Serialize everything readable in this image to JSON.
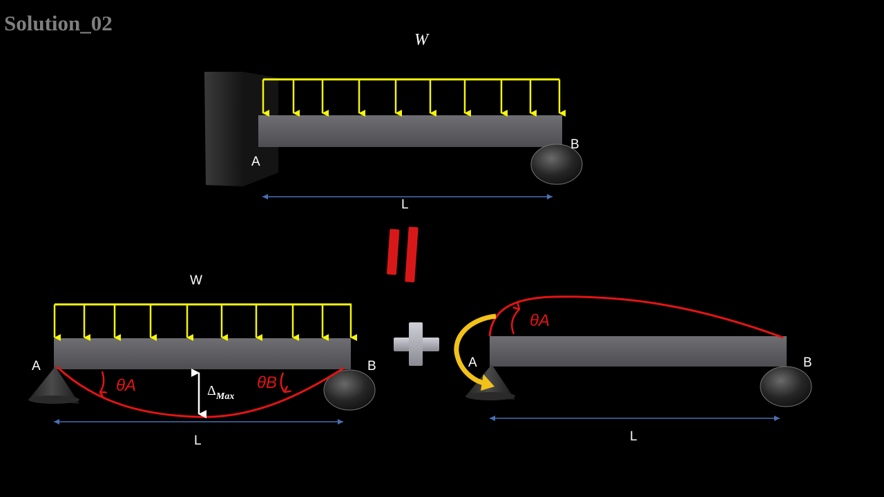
{
  "title": "Solution_02",
  "top_beam": {
    "load_label": "W",
    "support_a": "A",
    "support_b": "B",
    "length_label": "L"
  },
  "equals_symbol": "=",
  "plus_symbol": "+",
  "left_beam": {
    "load_label": "W",
    "support_a": "A",
    "support_b": "B",
    "length_label": "L",
    "theta_a": "θA",
    "theta_b": "θB",
    "delta_label": "Δ",
    "delta_sub": "Max"
  },
  "right_beam": {
    "support_a": "A",
    "support_b": "B",
    "length_label": "L",
    "theta_a": "θA"
  },
  "colors": {
    "load": "#f5f50a",
    "beam": "#5f5f64",
    "deflection": "#e41414",
    "dimension": "#4a6fb5",
    "moment_arrow": "#f2c21a"
  }
}
